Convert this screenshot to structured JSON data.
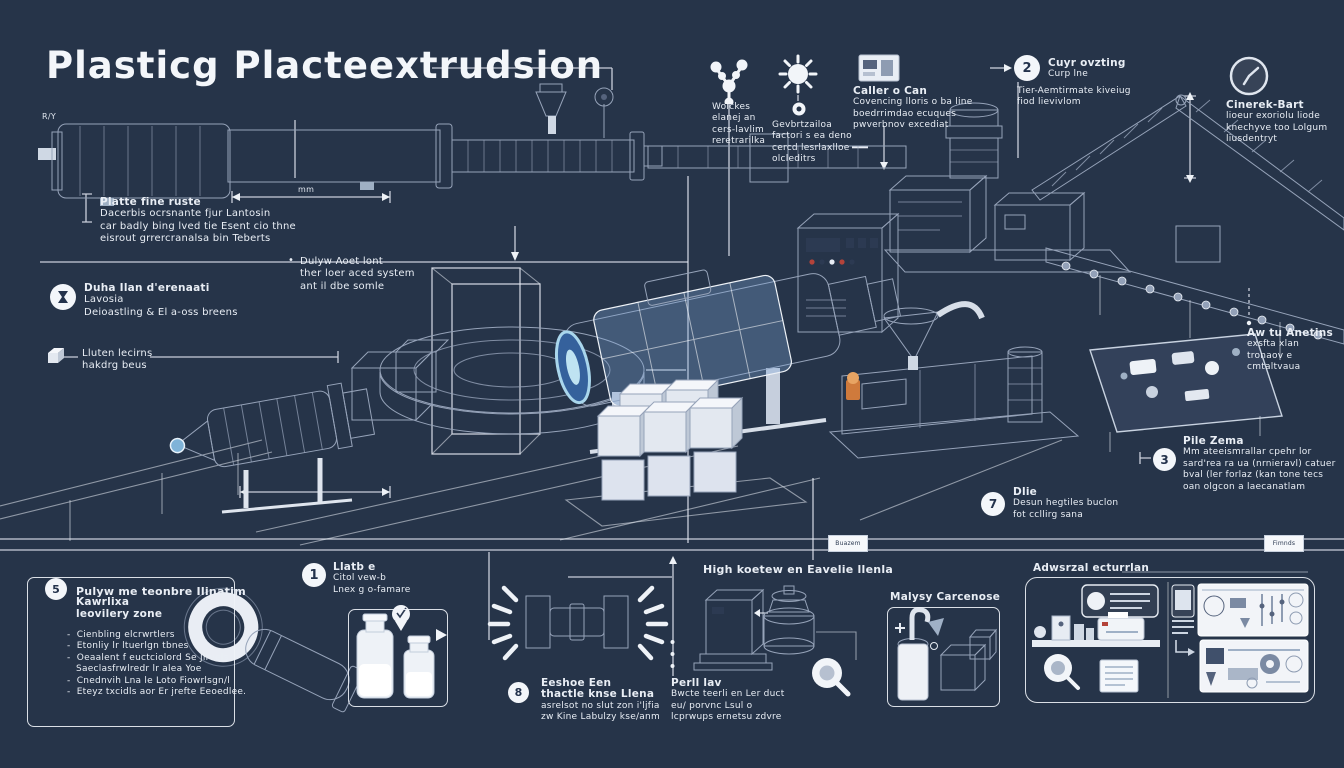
{
  "title": "Plasticg Placteextrudsion",
  "labels": {
    "ry": "R/Y",
    "mm": "mm"
  },
  "tags": {
    "left": "Buazem",
    "right": "Fimnds"
  },
  "headings": {
    "high": "High koetew en Eavelie llenla",
    "malysy": "Malysy Carcenose",
    "advanced": "Adwsrzal ecturrlan"
  },
  "notes": {
    "platte": {
      "heading": "Platte fine ruste",
      "lines": [
        "Dacerbis ocrsnante fjur Lantosin",
        "car badly bing lved tie Esent cio thne",
        "eisrout grrercranalsa bin Teberts"
      ]
    },
    "duha": {
      "lines": [
        "Duha Ilan d'erenaati",
        "Lavosia",
        "Deioastling & El a-oss breens"
      ]
    },
    "lluten": {
      "lines": [
        "Lluten lecirns",
        "hakdrg beus"
      ]
    },
    "dulyw": {
      "lines": [
        "Dulyw Aoet lont",
        "ther loer aced system",
        "ant il dbe somle"
      ]
    },
    "woickes": {
      "lines": [
        "Woickes",
        "elanej an",
        "cers-lavlim",
        "reretrarilka"
      ]
    },
    "gevbr": {
      "lines": [
        "Gevbrtzailoa",
        "factori s ea deno",
        "cercd lesrlaxlloe",
        "olcleditrs"
      ]
    },
    "caller": {
      "heading": "Caller o Can",
      "lines": [
        "Covencing lloris o ba line",
        "boedrrimdao ecuques",
        "pwverbnov excediat"
      ]
    },
    "step2": {
      "num": "2",
      "lines": [
        "Cuyr ovzting",
        "Curp lne"
      ],
      "sub": [
        "Tier-Aemtirmate kiveiug",
        "fiod lievivlom"
      ]
    },
    "clock": {
      "lines": [
        "Cinerek-Bart",
        "lioeur exoriolu liode",
        "knechyve too Lolgum",
        "liusdentryt"
      ]
    },
    "awtu": {
      "lines": [
        "Aw tu Anetins",
        "exsfta xlan",
        "tronaov e",
        "cmtaltvaua"
      ]
    },
    "step3": {
      "num": "3",
      "heading": "Pile Zema",
      "lines": [
        "Mm ateeismrallar cpehr lor",
        "sard'rea ra ua (nrnieravl) catuer",
        "bval (ler forlaz (kan tone tecs",
        "oan olgcon a laecanatlam"
      ]
    },
    "step7": {
      "num": "7",
      "heading": "Dlie",
      "lines": [
        "Desun hegtiles buclon",
        "fot ccllirg sana"
      ]
    },
    "polymer": {
      "num": "5",
      "heading": [
        "Pulyw me teonbre Ilinatim",
        "Kawrlixa",
        "leovilery zone"
      ],
      "bullets": [
        "Cienbling elcrwrtlers",
        "Etonliy lr ltuerlgn tbnes",
        "Oeaalent f euctciolord Se Jlrvels",
        "Saeclasfrwlredr lr alea Yoe",
        "Cnednvih Lna le Loto Fiowrlsgn/l",
        "Eteyz txcidls aor Er jrefte Eeoedlee."
      ]
    },
    "step1": {
      "num": "1",
      "lines": [
        "Llatb e",
        "Citol vew-b",
        "Lnex g o-famare"
      ]
    },
    "step8": {
      "num": "8",
      "lines": [
        "Eeshoe Een",
        "thactle knse Llena",
        "asrelsot no slut zon i'ljfia",
        "zw Kine Labulzy kse/anm"
      ]
    },
    "perll": {
      "lines": [
        "Perll lav",
        "Bwcte teerli en Ler duct",
        "eu/ porvnc Lsul o",
        "lcprwups ernetsu zdvre"
      ]
    }
  },
  "colors": {
    "background": "#263449",
    "text": "#e9eef5",
    "machine_light": "#e8edf4",
    "machine_shade": "#b7c1d3",
    "glass_blue": "#6f9fd8",
    "core_blue": "#35619c",
    "accent_orange": "#cf7a3c",
    "panel_navy": "#2c3a52"
  }
}
